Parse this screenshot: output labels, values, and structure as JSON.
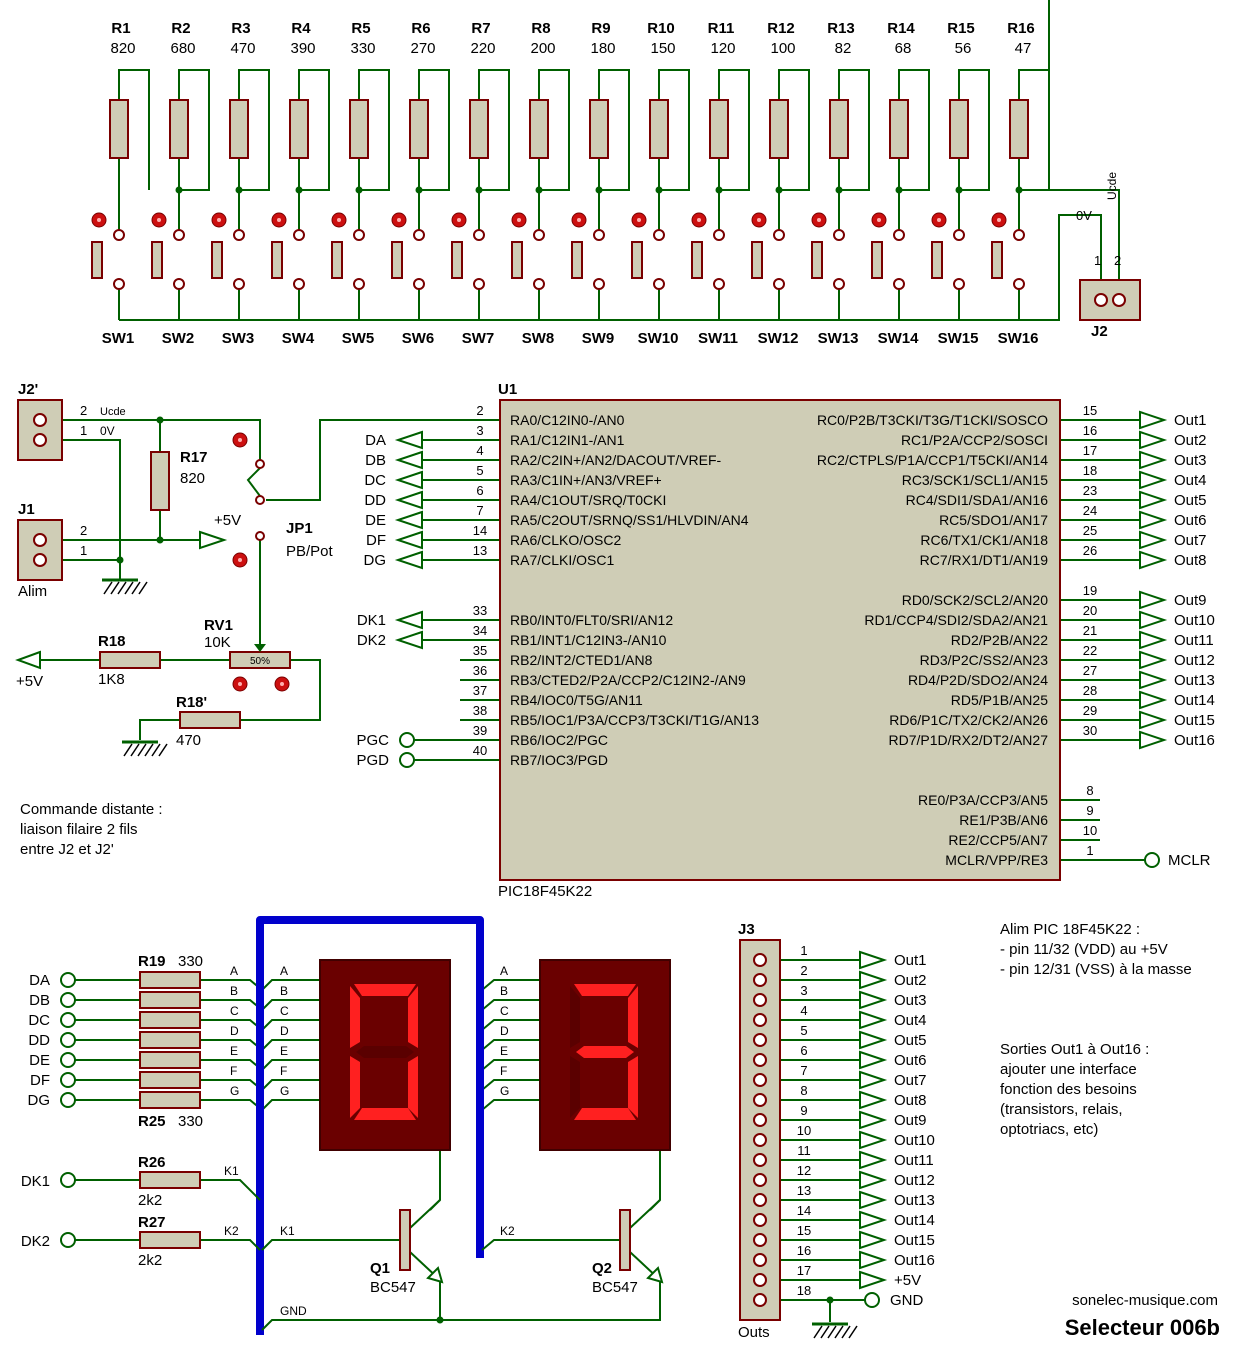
{
  "title": "Selecteur 006b",
  "website": "sonelec-musique.com",
  "colors": {
    "wire": "#006000",
    "body": "#cfcdb6",
    "border": "#7a0000",
    "pin": "#7a0000",
    "bus": "#0000cc",
    "segOn": "#ff2020",
    "segOff": "#5a0000",
    "dispBg": "#6a0000"
  },
  "resistors": [
    {
      "name": "R1",
      "value": "820"
    },
    {
      "name": "R2",
      "value": "680"
    },
    {
      "name": "R3",
      "value": "470"
    },
    {
      "name": "R4",
      "value": "390"
    },
    {
      "name": "R5",
      "value": "330"
    },
    {
      "name": "R6",
      "value": "270"
    },
    {
      "name": "R7",
      "value": "220"
    },
    {
      "name": "R8",
      "value": "200"
    },
    {
      "name": "R9",
      "value": "180"
    },
    {
      "name": "R10",
      "value": "150"
    },
    {
      "name": "R11",
      "value": "120"
    },
    {
      "name": "R12",
      "value": "100"
    },
    {
      "name": "R13",
      "value": "82"
    },
    {
      "name": "R14",
      "value": "68"
    },
    {
      "name": "R15",
      "value": "56"
    },
    {
      "name": "R16",
      "value": "47"
    }
  ],
  "switches": [
    "SW1",
    "SW2",
    "SW3",
    "SW4",
    "SW5",
    "SW6",
    "SW7",
    "SW8",
    "SW9",
    "SW10",
    "SW11",
    "SW12",
    "SW13",
    "SW14",
    "SW15",
    "SW16"
  ],
  "j2": {
    "name": "J2",
    "pin1": "1",
    "pin2": "2",
    "label_0v": "0V",
    "label_ucde": "Ucde"
  },
  "left": {
    "j2p": {
      "name": "J2'",
      "pin2": "2",
      "pin1": "1",
      "ucde": "Ucde",
      "zero": "0V"
    },
    "j1": {
      "name": "J1",
      "pin2": "2",
      "pin1": "1",
      "alim": "Alim"
    },
    "r17": {
      "name": "R17",
      "value": "820"
    },
    "plus5": "+5V",
    "jp1": {
      "name": "JP1",
      "value": "PB/Pot"
    },
    "rv1": {
      "name": "RV1",
      "value": "10K",
      "pct": "50%"
    },
    "r18": {
      "name": "R18",
      "value": "1K8"
    },
    "r18p": {
      "name": "R18'",
      "value": "470"
    },
    "plus5b": "+5V",
    "note": [
      "Commande distante :",
      "liaison filaire 2 fils",
      "entre J2 et J2'"
    ]
  },
  "u1": {
    "name": "U1",
    "part": "PIC18F45K22",
    "left_pins": [
      {
        "num": "2",
        "label": "RA0/C12IN0-/AN0",
        "net": ""
      },
      {
        "num": "3",
        "label": "RA1/C12IN1-/AN1",
        "net": "DA"
      },
      {
        "num": "4",
        "label": "RA2/C2IN+/AN2/DACOUT/VREF-",
        "net": "DB"
      },
      {
        "num": "5",
        "label": "RA3/C1IN+/AN3/VREF+",
        "net": "DC"
      },
      {
        "num": "6",
        "label": "RA4/C1OUT/SRQ/T0CKI",
        "net": "DD"
      },
      {
        "num": "7",
        "label": "RA5/C2OUT/SRNQ/SS1/HLVDIN/AN4",
        "net": "DE"
      },
      {
        "num": "14",
        "label": "RA6/CLKO/OSC2",
        "net": "DF"
      },
      {
        "num": "13",
        "label": "RA7/CLKI/OSC1",
        "net": "DG"
      },
      {
        "num": "33",
        "label": "RB0/INT0/FLT0/SRI/AN12",
        "net": "DK1"
      },
      {
        "num": "34",
        "label": "RB1/INT1/C12IN3-/AN10",
        "net": "DK2"
      },
      {
        "num": "35",
        "label": "RB2/INT2/CTED1/AN8",
        "net": ""
      },
      {
        "num": "36",
        "label": "RB3/CTED2/P2A/CCP2/C12IN2-/AN9",
        "net": ""
      },
      {
        "num": "37",
        "label": "RB4/IOC0/T5G/AN11",
        "net": ""
      },
      {
        "num": "38",
        "label": "RB5/IOC1/P3A/CCP3/T3CKI/T1G/AN13",
        "net": ""
      },
      {
        "num": "39",
        "label": "RB6/IOC2/PGC",
        "net": "PGC"
      },
      {
        "num": "40",
        "label": "RB7/IOC3/PGD",
        "net": "PGD"
      }
    ],
    "right_pins": [
      {
        "num": "15",
        "label": "RC0/P2B/T3CKI/T3G/T1CKI/SOSCO",
        "net": "Out1"
      },
      {
        "num": "16",
        "label": "RC1/P2A/CCP2/SOSCI",
        "net": "Out2"
      },
      {
        "num": "17",
        "label": "RC2/CTPLS/P1A/CCP1/T5CKI/AN14",
        "net": "Out3"
      },
      {
        "num": "18",
        "label": "RC3/SCK1/SCL1/AN15",
        "net": "Out4"
      },
      {
        "num": "23",
        "label": "RC4/SDI1/SDA1/AN16",
        "net": "Out5"
      },
      {
        "num": "24",
        "label": "RC5/SDO1/AN17",
        "net": "Out6"
      },
      {
        "num": "25",
        "label": "RC6/TX1/CK1/AN18",
        "net": "Out7"
      },
      {
        "num": "26",
        "label": "RC7/RX1/DT1/AN19",
        "net": "Out8"
      },
      {
        "num": "19",
        "label": "RD0/SCK2/SCL2/AN20",
        "net": "Out9"
      },
      {
        "num": "20",
        "label": "RD1/CCP4/SDI2/SDA2/AN21",
        "net": "Out10"
      },
      {
        "num": "21",
        "label": "RD2/P2B/AN22",
        "net": "Out11"
      },
      {
        "num": "22",
        "label": "RD3/P2C/SS2/AN23",
        "net": "Out12"
      },
      {
        "num": "27",
        "label": "RD4/P2D/SDO2/AN24",
        "net": "Out13"
      },
      {
        "num": "28",
        "label": "RD5/P1B/AN25",
        "net": "Out14"
      },
      {
        "num": "29",
        "label": "RD6/P1C/TX2/CK2/AN26",
        "net": "Out15"
      },
      {
        "num": "30",
        "label": "RD7/P1D/RX2/DT2/AN27",
        "net": "Out16"
      },
      {
        "num": "8",
        "label": "RE0/P3A/CCP3/AN5",
        "net": ""
      },
      {
        "num": "9",
        "label": "RE1/P3B/AN6",
        "net": ""
      },
      {
        "num": "10",
        "label": "RE2/CCP5/AN7",
        "net": ""
      },
      {
        "num": "1",
        "label": "MCLR/VPP/RE3",
        "net": "MCLR"
      }
    ]
  },
  "display": {
    "nets": [
      "DA",
      "DB",
      "DC",
      "DD",
      "DE",
      "DF",
      "DG"
    ],
    "r19": {
      "name": "R19",
      "value": "330"
    },
    "r25": {
      "name": "R25",
      "value": "330"
    },
    "segments": [
      "A",
      "B",
      "C",
      "D",
      "E",
      "F",
      "G"
    ],
    "dk1": "DK1",
    "dk2": "DK2",
    "r26": {
      "name": "R26",
      "value": "2k2"
    },
    "r27": {
      "name": "R27",
      "value": "2k2"
    },
    "k1": "K1",
    "k2": "K2",
    "q1": {
      "name": "Q1",
      "value": "BC547"
    },
    "q2": {
      "name": "Q2",
      "value": "BC547"
    },
    "gnd": "GND"
  },
  "j3": {
    "name": "J3",
    "label": "Outs",
    "pins": [
      "1",
      "2",
      "3",
      "4",
      "5",
      "6",
      "7",
      "8",
      "9",
      "10",
      "11",
      "12",
      "13",
      "14",
      "15",
      "16",
      "17",
      "18"
    ],
    "nets": [
      "Out1",
      "Out2",
      "Out3",
      "Out4",
      "Out5",
      "Out6",
      "Out7",
      "Out8",
      "Out9",
      "Out10",
      "Out11",
      "Out12",
      "Out13",
      "Out14",
      "Out15",
      "Out16",
      "+5V",
      "GND"
    ]
  },
  "notes": {
    "alim": [
      "Alim PIC 18F45K22 :",
      "- pin 11/32 (VDD) au +5V",
      "- pin 12/31 (VSS) à la masse"
    ],
    "sorties": [
      "Sorties Out1 à Out16 :",
      "ajouter une interface",
      "fonction des besoins",
      "(transistors, relais,",
      "optotriacs, etc)"
    ]
  }
}
